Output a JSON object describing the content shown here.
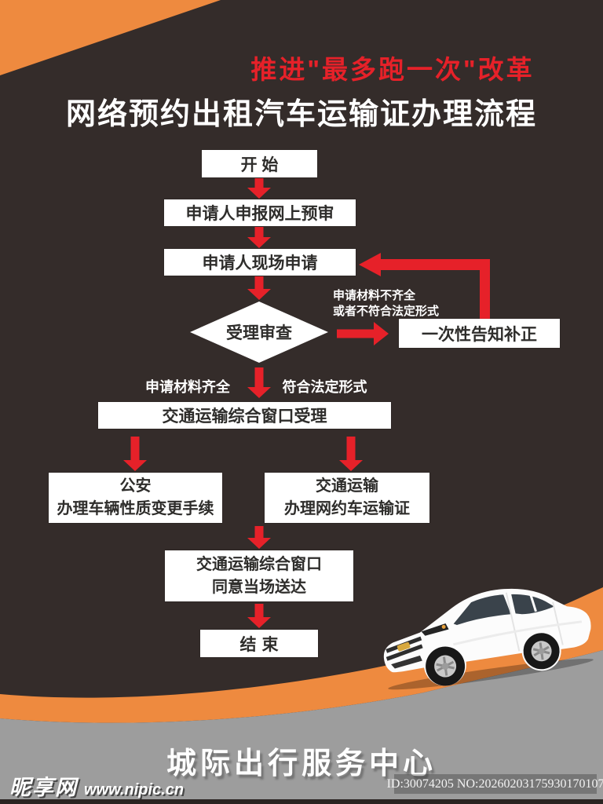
{
  "header": {
    "slogan": "推进\"最多跑一次\"改革",
    "title": "网络预约出租汽车运输证办理流程"
  },
  "flow": {
    "start": "开 始",
    "pre_review": "申请人申报网上预审",
    "onsite_apply": "申请人现场申请",
    "review": "受理审查",
    "reject_note_line1": "申请材料不齐全",
    "reject_note_line2": "或者不符合法定形式",
    "correction": "一次性告知补正",
    "pass_left": "申请材料齐全",
    "pass_right": "符合法定形式",
    "window_accept": "交通运输综合窗口受理",
    "police_line1": "公安",
    "police_line2": "办理车辆性质变更手续",
    "transport_line1": "交通运输",
    "transport_line2": "办理网约车运输证",
    "deliver_line1": "交通运输综合窗口",
    "deliver_line2": "同意当场送达",
    "end": "结束"
  },
  "footer": {
    "center_name": "城际出行服务中心"
  },
  "watermark": {
    "site_name": "昵享网",
    "site_url": "www.nipic.cn",
    "id_text": "ID:30074205 NO:20260203175930170107"
  },
  "colors": {
    "background": "#342c2a",
    "accent_orange": "#ee8a3f",
    "band_gray": "#9d9d9d",
    "arrow_red": "#e62129",
    "slogan_red": "#e62129",
    "box_fill": "#ffffff",
    "box_text": "#2e2d2b"
  }
}
